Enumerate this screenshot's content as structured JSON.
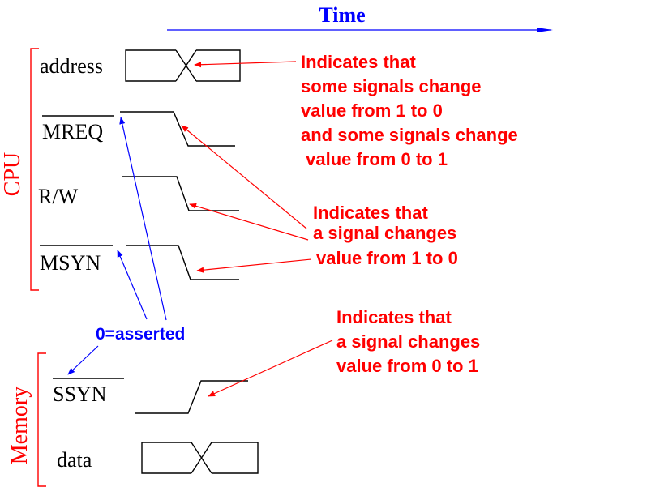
{
  "colors": {
    "time_axis": "#0000ff",
    "annotation": "#ff0000",
    "asserted": "#0000ff",
    "groups": "#ff0000",
    "waveforms": "#000000"
  },
  "time_axis": {
    "label": "Time"
  },
  "groups": {
    "cpu": "CPU",
    "memory": "Memory"
  },
  "signals": {
    "address": "address",
    "mreq": "MREQ",
    "rw": "R/W",
    "msyn": "MSYN",
    "ssyn": "SSYN",
    "data": "data"
  },
  "notes": {
    "both_changes": [
      "Indicates that",
      "some signals change",
      "value from 1 to 0",
      "and some signals change",
      " value from 0 to 1"
    ],
    "one_to_zero": [
      "Indicates that",
      "a signal changes",
      "value from 1 to 0"
    ],
    "zero_to_one": [
      "Indicates that",
      "a signal changes",
      "value from 0 to 1"
    ]
  },
  "asserted_label": "0=asserted"
}
